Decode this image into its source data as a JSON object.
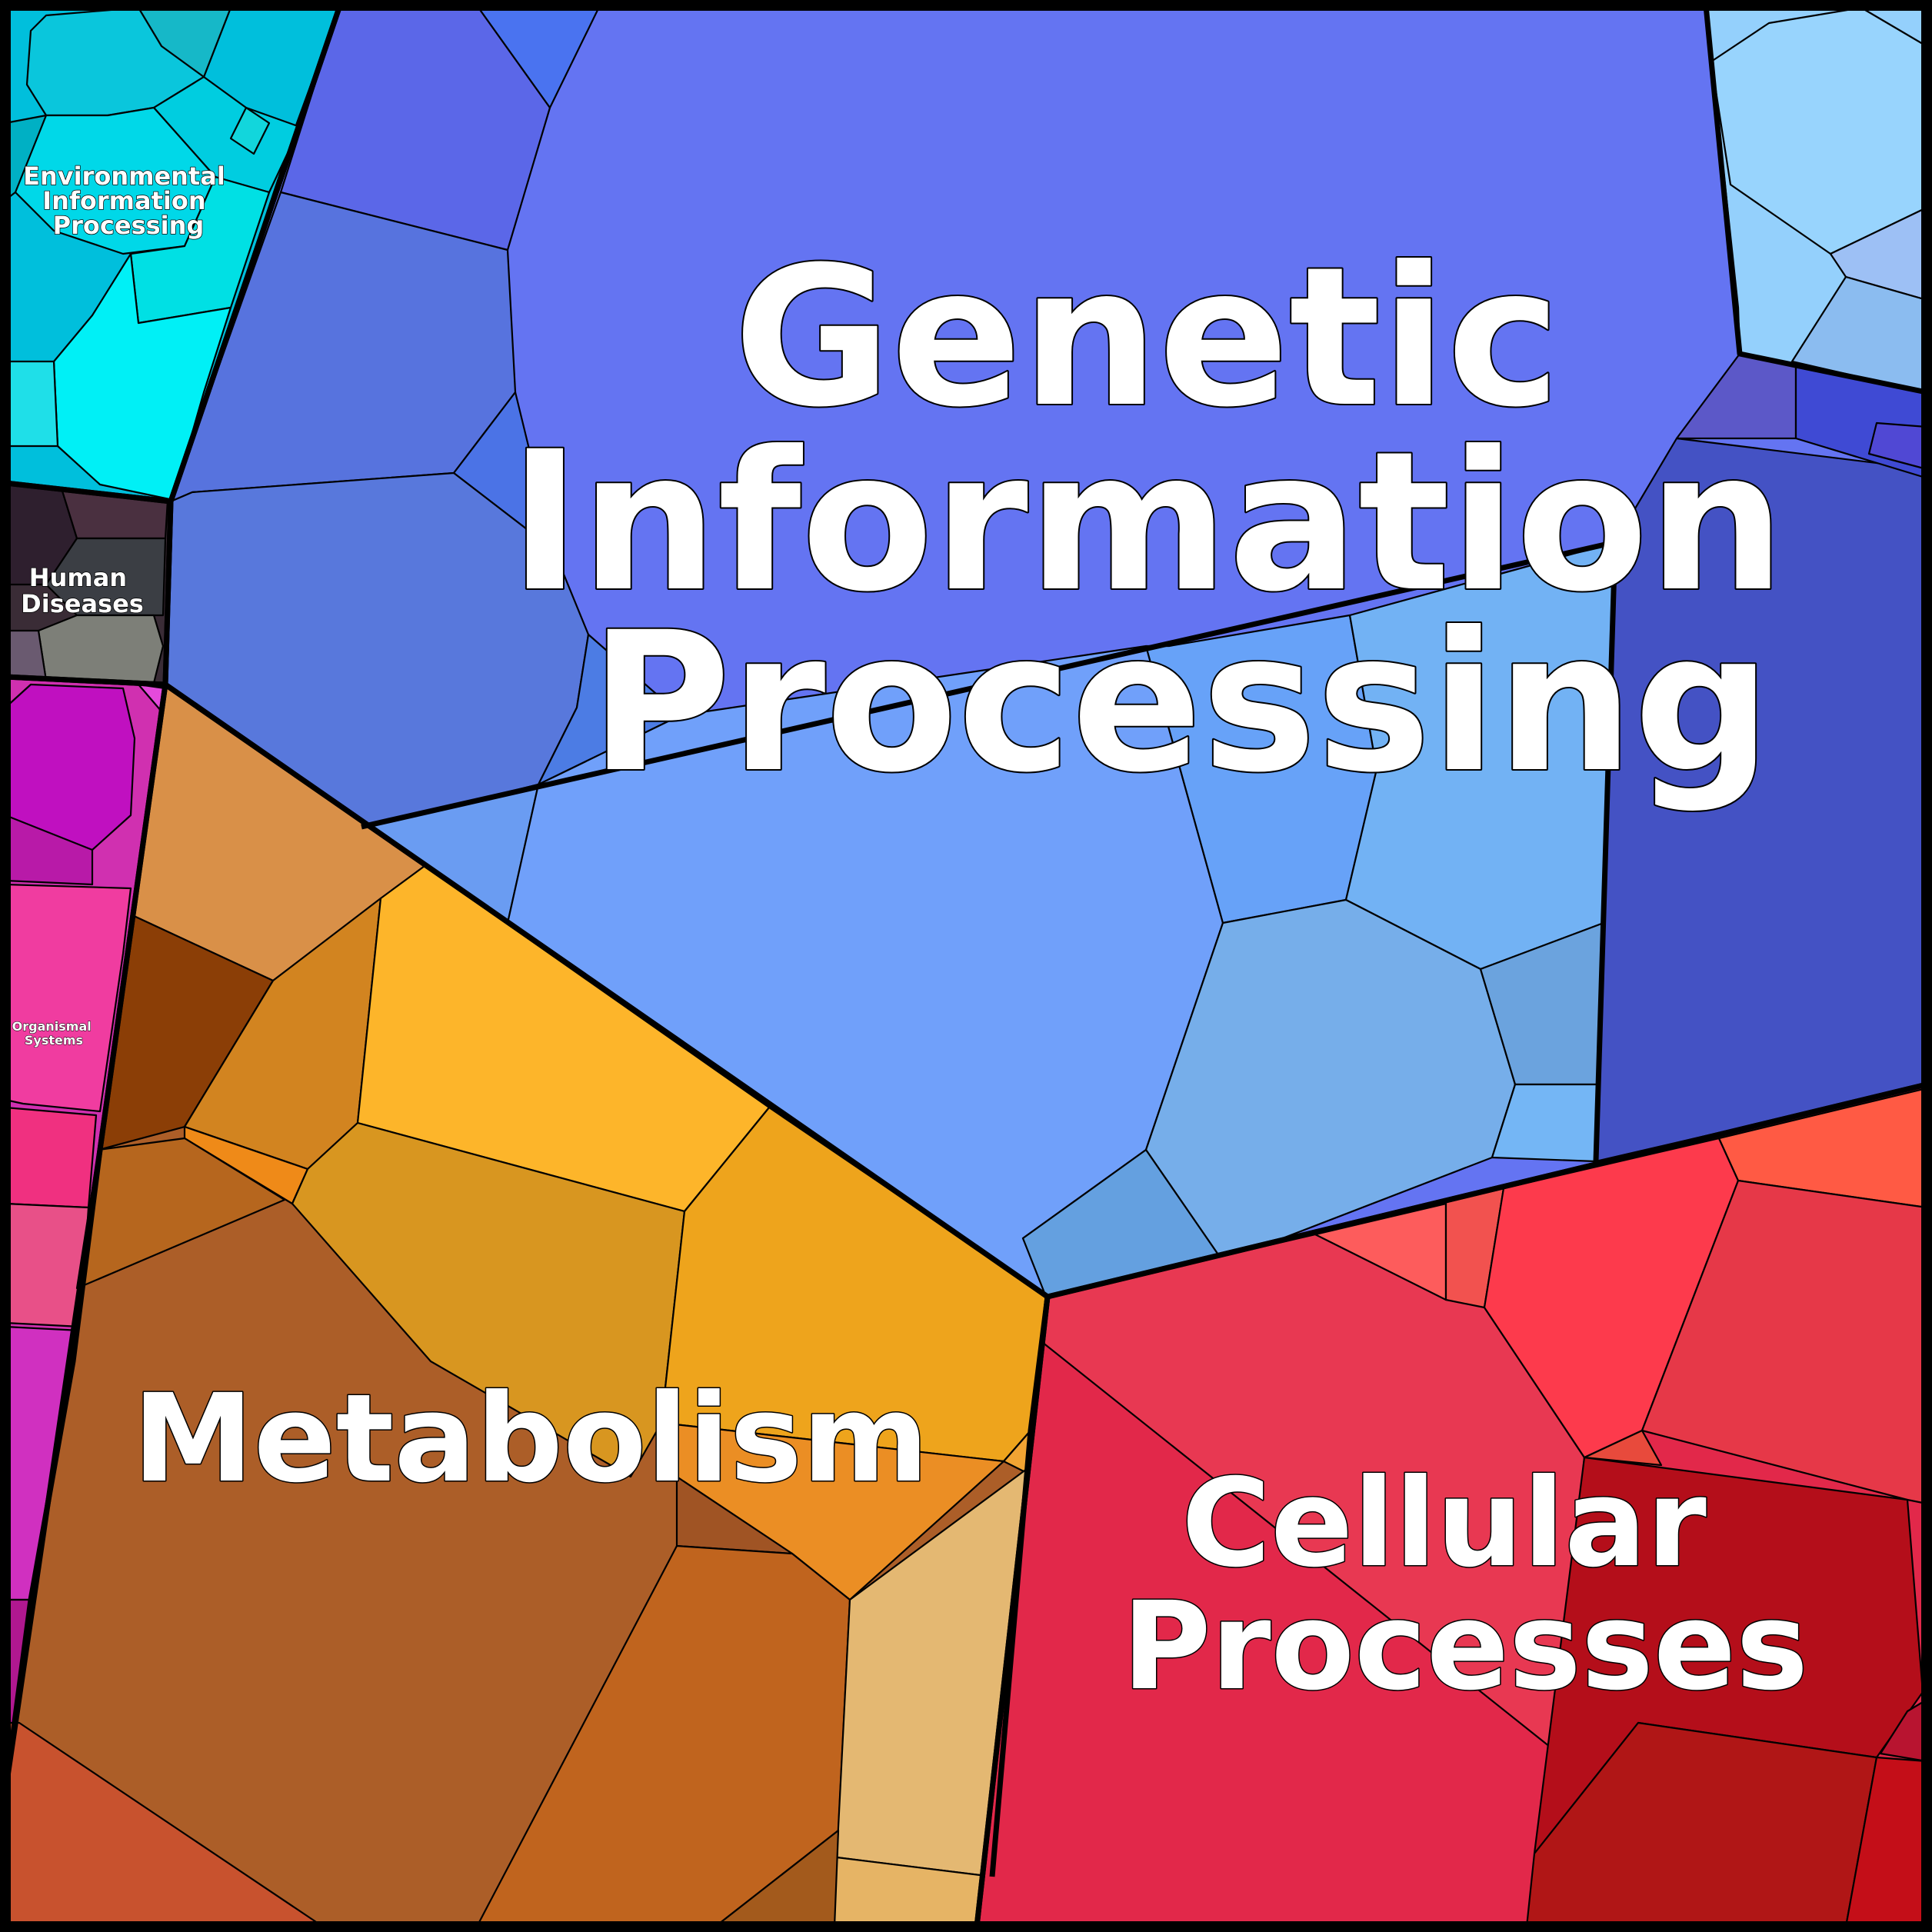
{
  "treemap": {
    "categories": [
      {
        "key": "genetic",
        "label_lines": [
          "Genetic",
          "Information",
          "Processing"
        ],
        "base_color": "#6473f2"
      },
      {
        "key": "metabolism",
        "label_lines": [
          "Metabolism"
        ],
        "base_color": "#b0622a"
      },
      {
        "key": "cellular",
        "label_lines": [
          "Cellular",
          "Processes"
        ],
        "base_color": "#e4284a"
      },
      {
        "key": "environmental",
        "label_lines": [
          "Environmental",
          "Information",
          "Processing"
        ],
        "base_color": "#00c8dc"
      },
      {
        "key": "human",
        "label_lines": [
          "Human",
          "Diseases"
        ],
        "base_color": "#3a2a3a"
      },
      {
        "key": "organismal",
        "label_lines": [
          "Organismal",
          "Systems"
        ],
        "base_color": "#e0309a"
      }
    ]
  }
}
